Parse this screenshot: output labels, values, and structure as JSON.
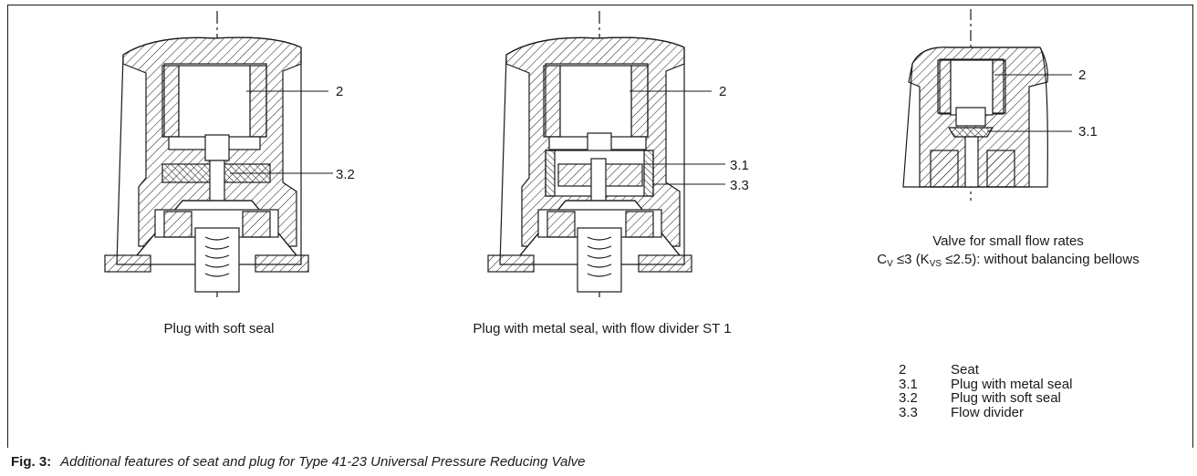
{
  "drawings": [
    {
      "caption": "Plug with soft seal",
      "callouts": [
        {
          "label": "2"
        },
        {
          "label": "3.2"
        }
      ]
    },
    {
      "caption": "Plug with metal seal, with flow divider ST 1",
      "callouts": [
        {
          "label": "2"
        },
        {
          "label": "3.1"
        },
        {
          "label": "3.3"
        }
      ]
    },
    {
      "caption_line1": "Valve for small flow rates",
      "caption_line2": {
        "cv": "C",
        "cv_sub": "V",
        "cv_rest": " ≤3 (K",
        "kvs_sub": "VS",
        "kvs_rest": " ≤2.5): without balancing bellows"
      },
      "callouts": [
        {
          "label": "2"
        },
        {
          "label": "3.1"
        }
      ]
    }
  ],
  "legend": [
    {
      "key": "2",
      "text": "Seat"
    },
    {
      "key": "3.1",
      "text": "Plug with metal seal"
    },
    {
      "key": "3.2",
      "text": "Plug with soft seal"
    },
    {
      "key": "3.3",
      "text": "Flow divider"
    }
  ],
  "figure": {
    "number": "Fig. 3:",
    "title": "Additional features of seat and plug for Type 41-23 Universal Pressure Reducing Valve"
  }
}
